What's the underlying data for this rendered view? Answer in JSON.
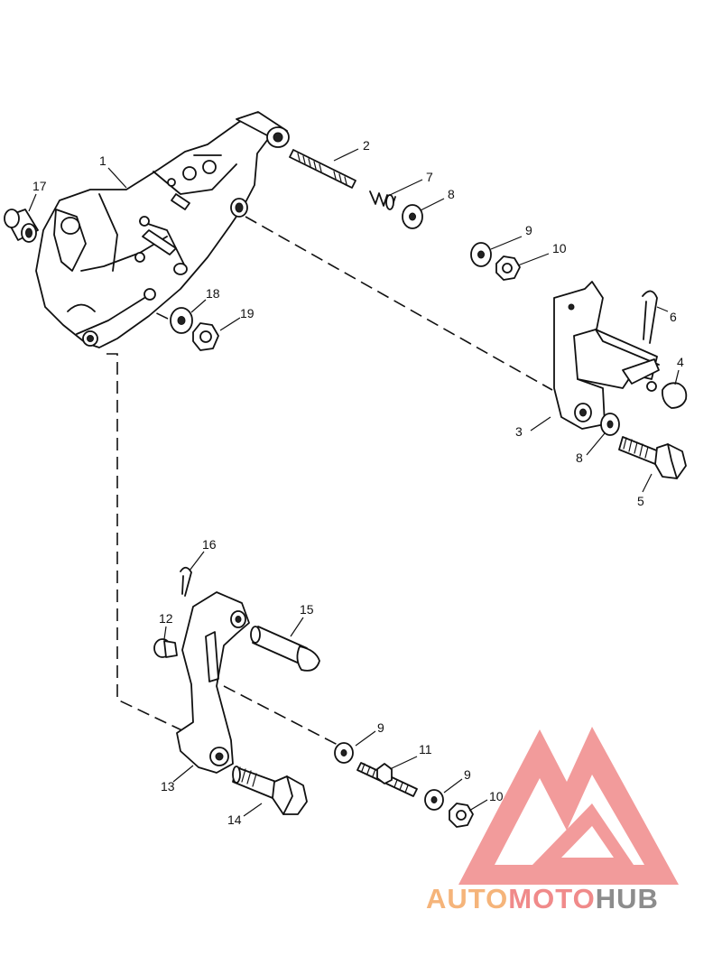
{
  "diagram": {
    "labels": [
      {
        "id": "l1",
        "text": "1"
      },
      {
        "id": "l2",
        "text": "2"
      },
      {
        "id": "l3",
        "text": "3"
      },
      {
        "id": "l4",
        "text": "4"
      },
      {
        "id": "l5",
        "text": "5"
      },
      {
        "id": "l6",
        "text": "6"
      },
      {
        "id": "l7",
        "text": "7"
      },
      {
        "id": "l8a",
        "text": "8"
      },
      {
        "id": "l8b",
        "text": "8"
      },
      {
        "id": "l9a",
        "text": "9"
      },
      {
        "id": "l9b",
        "text": "9"
      },
      {
        "id": "l9c",
        "text": "9"
      },
      {
        "id": "l10a",
        "text": "10"
      },
      {
        "id": "l10b",
        "text": "10"
      },
      {
        "id": "l11",
        "text": "11"
      },
      {
        "id": "l12",
        "text": "12"
      },
      {
        "id": "l13",
        "text": "13"
      },
      {
        "id": "l14",
        "text": "14"
      },
      {
        "id": "l15",
        "text": "15"
      },
      {
        "id": "l16",
        "text": "16"
      },
      {
        "id": "l17",
        "text": "17"
      },
      {
        "id": "l18",
        "text": "18"
      },
      {
        "id": "l19",
        "text": "19"
      }
    ]
  },
  "watermark": {
    "part1": "AUTO",
    "part2": "MOTO",
    "part3": "HUB",
    "color_orange": "#f5b47a",
    "color_red": "#f08a8a",
    "color_gray": "#8c8c8c"
  }
}
